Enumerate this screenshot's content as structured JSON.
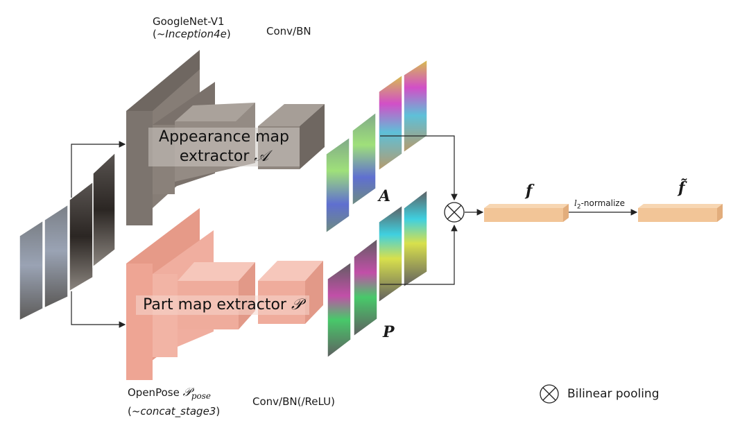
{
  "googlenet": {
    "name": "GoogleNet-V1",
    "sub_prefix": "(~",
    "sub_italic": "Inception4e",
    "sub_suffix": ")"
  },
  "conv_bn_top": "Conv/BN",
  "appearance_extractor": {
    "line1": "Appearance map",
    "line2": "extractor",
    "symbol": "𝒜"
  },
  "part_extractor": {
    "text": "Part map extractor",
    "symbol": "𝒫"
  },
  "openpose": {
    "name": "OpenPose",
    "symbol": "𝒫",
    "subscript": "pose",
    "sub_prefix": "(~",
    "sub_italic": "concat_stage3",
    "sub_suffix": ")"
  },
  "conv_bn_bottom": "Conv/BN(/ReLU)",
  "map_labels": {
    "appearance": "A",
    "part": "P"
  },
  "feature_labels": {
    "f": "f",
    "f_tilde": "f̃"
  },
  "normalize": {
    "l": "l",
    "sub": "2",
    "text": "-normalize"
  },
  "legend": {
    "text": "Bilinear pooling"
  },
  "colors": {
    "appearance_block": "#8a817a",
    "part_block": "#eeab9c",
    "feature_bar": "#f2c597"
  }
}
